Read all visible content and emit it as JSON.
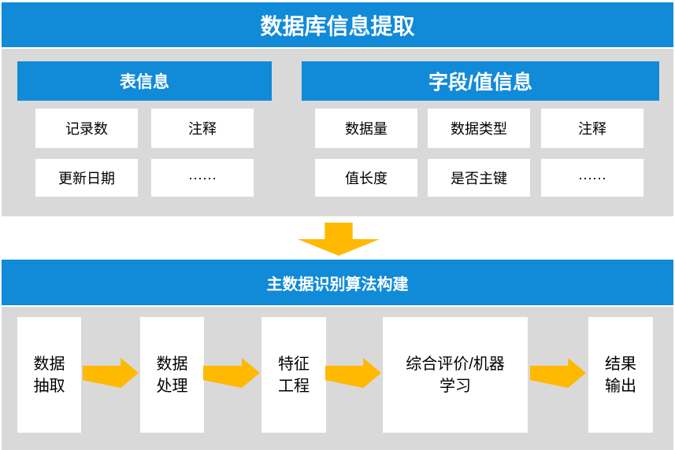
{
  "colors": {
    "header_blue": "#118AD8",
    "panel_gray": "#D9D9D9",
    "arrow_orange": "#FFB900",
    "box_white": "#FFFFFF",
    "text_on_blue": "#FFFFFF",
    "text_on_white": "#000000"
  },
  "top_banner": {
    "title": "数据库信息提取"
  },
  "extraction": {
    "table_info": {
      "title": "表信息",
      "cells": [
        "记录数",
        "注释",
        "更新日期",
        "······"
      ]
    },
    "field_info": {
      "title": "字段/值信息",
      "cells": [
        "数据量",
        "数据类型",
        "注释",
        "值长度",
        "是否主键",
        "······"
      ]
    }
  },
  "flow_banner": {
    "title": "主数据识别算法构建"
  },
  "flow": {
    "steps": [
      "数据\n抽取",
      "数据\n处理",
      "特征\n工程",
      "综合评价/机器\n学习",
      "结果\n输出"
    ],
    "arrow_icon": "right-block-arrow",
    "connector_icon": "down-block-arrow"
  }
}
